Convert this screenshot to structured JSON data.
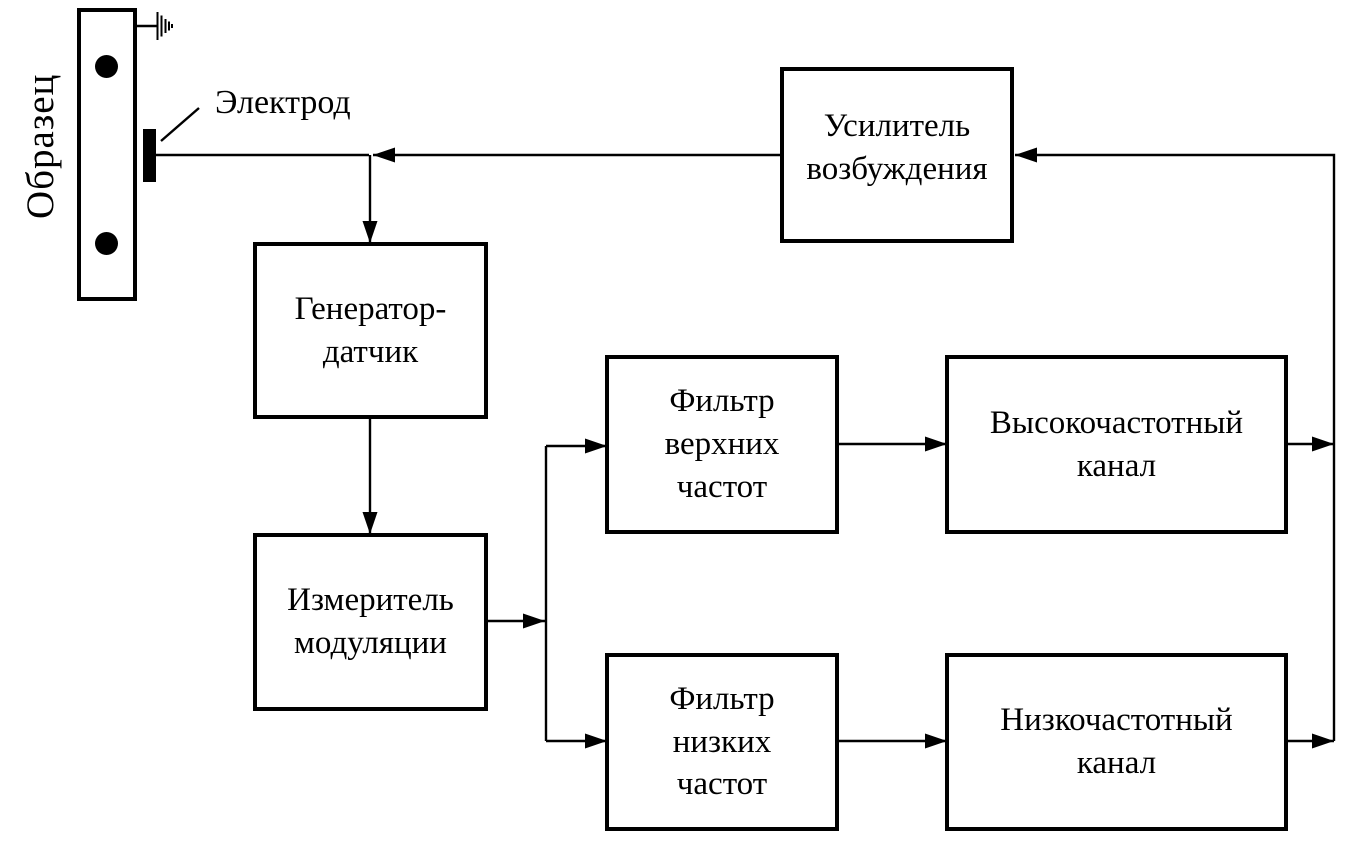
{
  "diagram": {
    "labels": {
      "sample": "Образец",
      "electrode": "Электрод"
    },
    "boxes": {
      "amplifier": "Усилитель\nвозбуждения",
      "generator": "Генератор-\nдатчик",
      "meter": "Измеритель\nмодуляции",
      "hpf": "Фильтр\nверхних\nчастот",
      "hf_channel": "Высокочастотный\nканал",
      "lpf": "Фильтр\nнизких\nчастот",
      "lf_channel": "Низкочастотный\nканал"
    },
    "connections": [
      {
        "from": "excitation_amplifier",
        "to": "electrode_junction"
      },
      {
        "from": "electrode_junction",
        "to": "generator_sensor"
      },
      {
        "from": "generator_sensor",
        "to": "modulation_meter"
      },
      {
        "from": "modulation_meter",
        "to": "high_pass_filter"
      },
      {
        "from": "modulation_meter",
        "to": "low_pass_filter"
      },
      {
        "from": "high_pass_filter",
        "to": "high_frequency_channel"
      },
      {
        "from": "low_pass_filter",
        "to": "low_frequency_channel"
      },
      {
        "from": "high_frequency_channel",
        "to": "excitation_amplifier"
      },
      {
        "from": "low_frequency_channel",
        "to": "excitation_amplifier"
      },
      {
        "from": "sample",
        "to": "ground"
      }
    ],
    "colors": {
      "line": "#000000",
      "background": "#ffffff"
    }
  }
}
